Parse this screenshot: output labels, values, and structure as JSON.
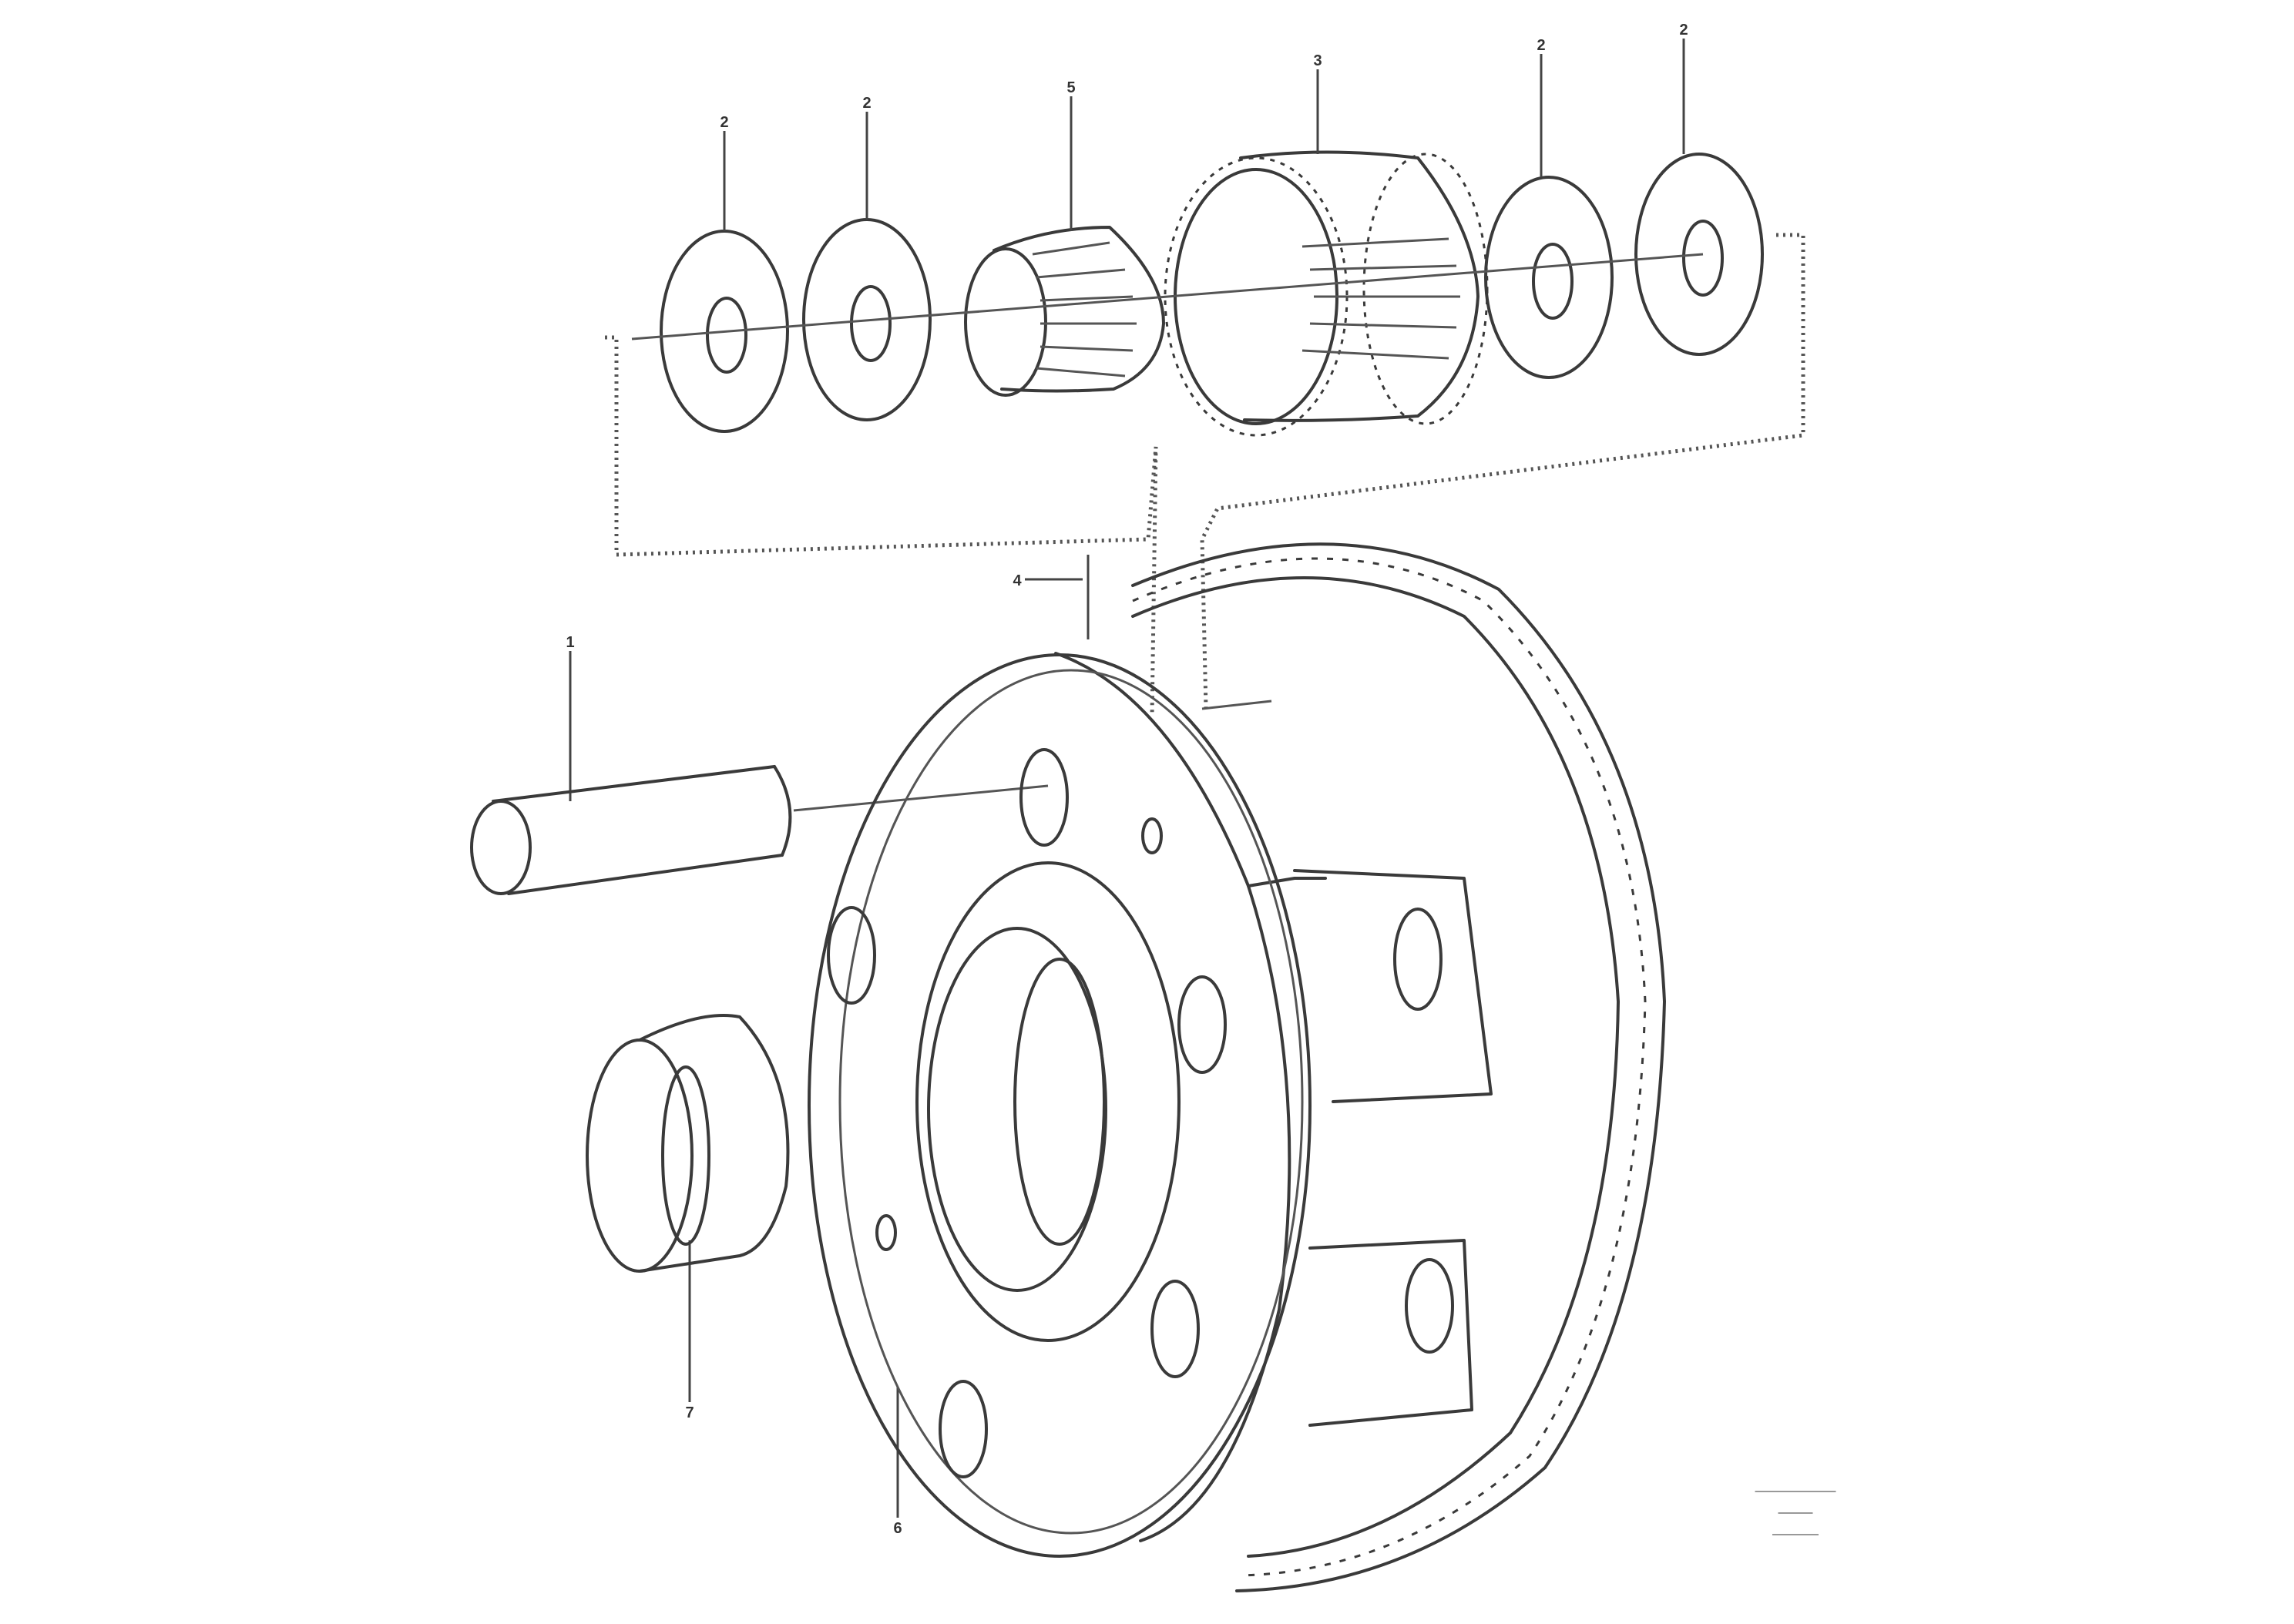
{
  "drawing": {
    "callouts": [
      "2",
      "2",
      "5",
      "3",
      "2",
      "2",
      "4",
      "1",
      "7",
      "6"
    ],
    "reference_text": {
      "line1": "———————",
      "line2": "———",
      "line3": "————"
    }
  },
  "colors": {
    "line": "#3a3a3a",
    "background": "#ffffff"
  }
}
